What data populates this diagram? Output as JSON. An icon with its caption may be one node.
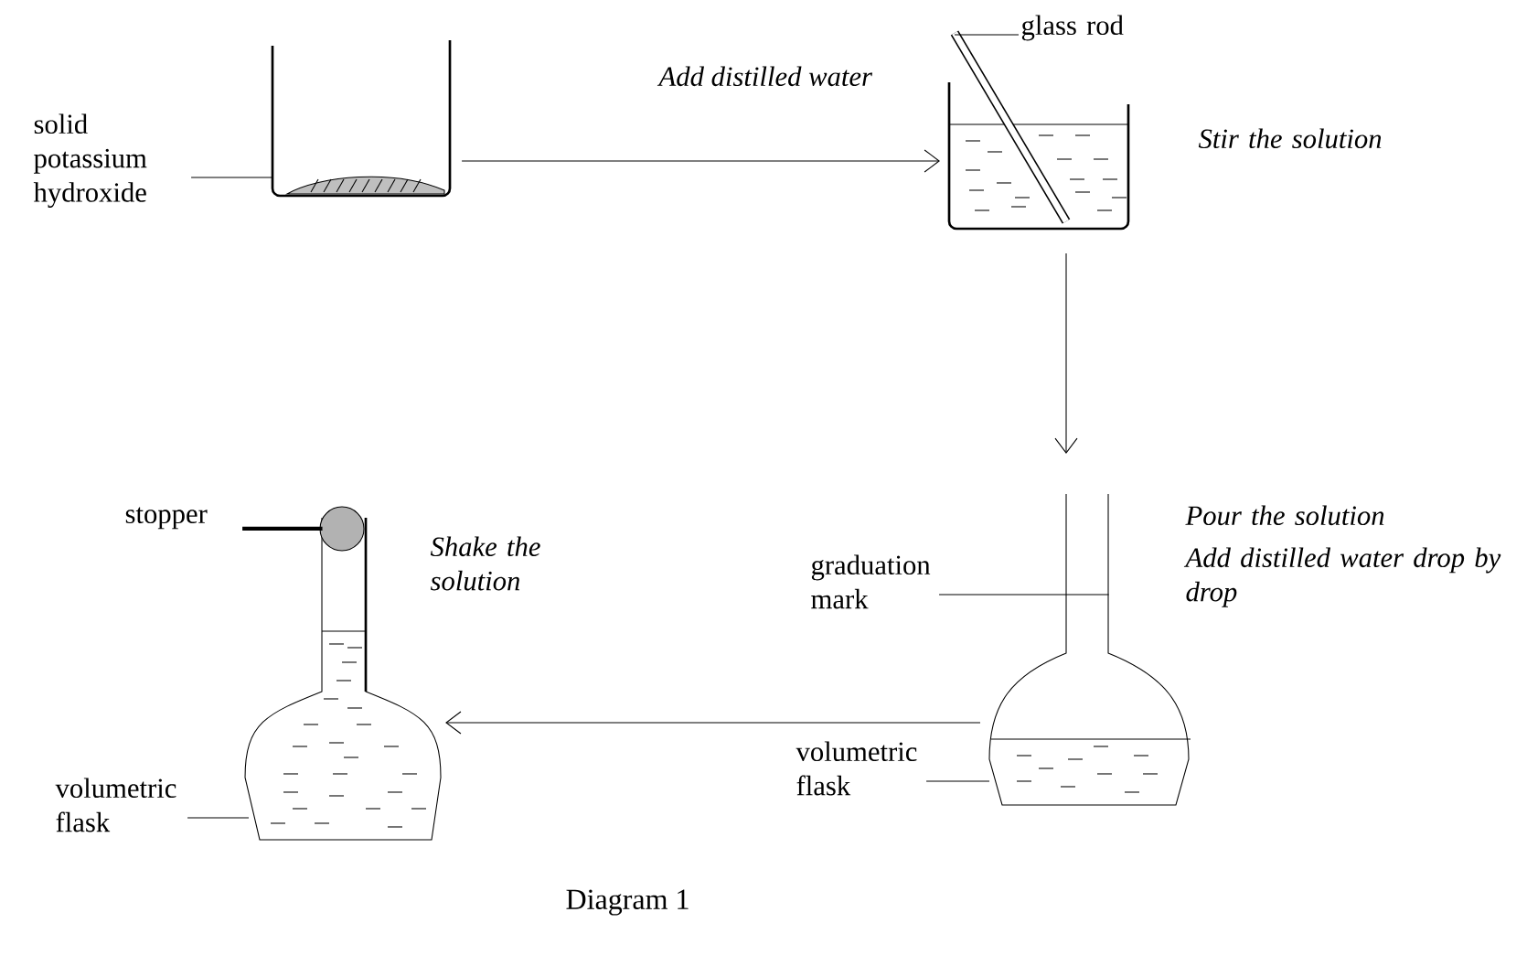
{
  "diagram": {
    "caption": "Diagram 1",
    "nodes": [
      {
        "text": [],
        "shape": "picture"
      },
      {
        "text": [
          "solid potassium hydroxide"
        ]
      },
      {
        "text": [],
        "shape": "picture",
        "beside": [
          "Stir the solution"
        ]
      },
      {
        "text": [
          "glass rod"
        ]
      },
      {
        "text": [],
        "shape": "picture",
        "beside": [
          "Pour the solution",
          "Add distilled water drop by drop"
        ]
      },
      {
        "text": [
          "graduation mark"
        ]
      },
      {
        "text": [
          "volumetric flask"
        ]
      },
      {
        "text": [],
        "shape": "picture",
        "beside": [
          "Shake the solution"
        ]
      },
      {
        "text": [
          "stopper"
        ]
      },
      {
        "text": [
          "volumetric flask"
        ]
      }
    ],
    "edges": [
      {
        "from": 0,
        "to": 2,
        "arrow": "to",
        "label": "Add distilled water"
      },
      {
        "from": 2,
        "to": 4,
        "arrow": "to"
      },
      {
        "from": 4,
        "to": 7,
        "arrow": "to"
      },
      {
        "from": 1,
        "to": 0,
        "arrow": "none"
      },
      {
        "from": 3,
        "to": 2,
        "arrow": "none"
      },
      {
        "from": 5,
        "to": 4,
        "arrow": "none"
      },
      {
        "from": 6,
        "to": 4,
        "arrow": "none"
      },
      {
        "from": 8,
        "to": 7,
        "arrow": "none",
        "style": "thick"
      },
      {
        "from": 9,
        "to": 7,
        "arrow": "none"
      }
    ]
  }
}
